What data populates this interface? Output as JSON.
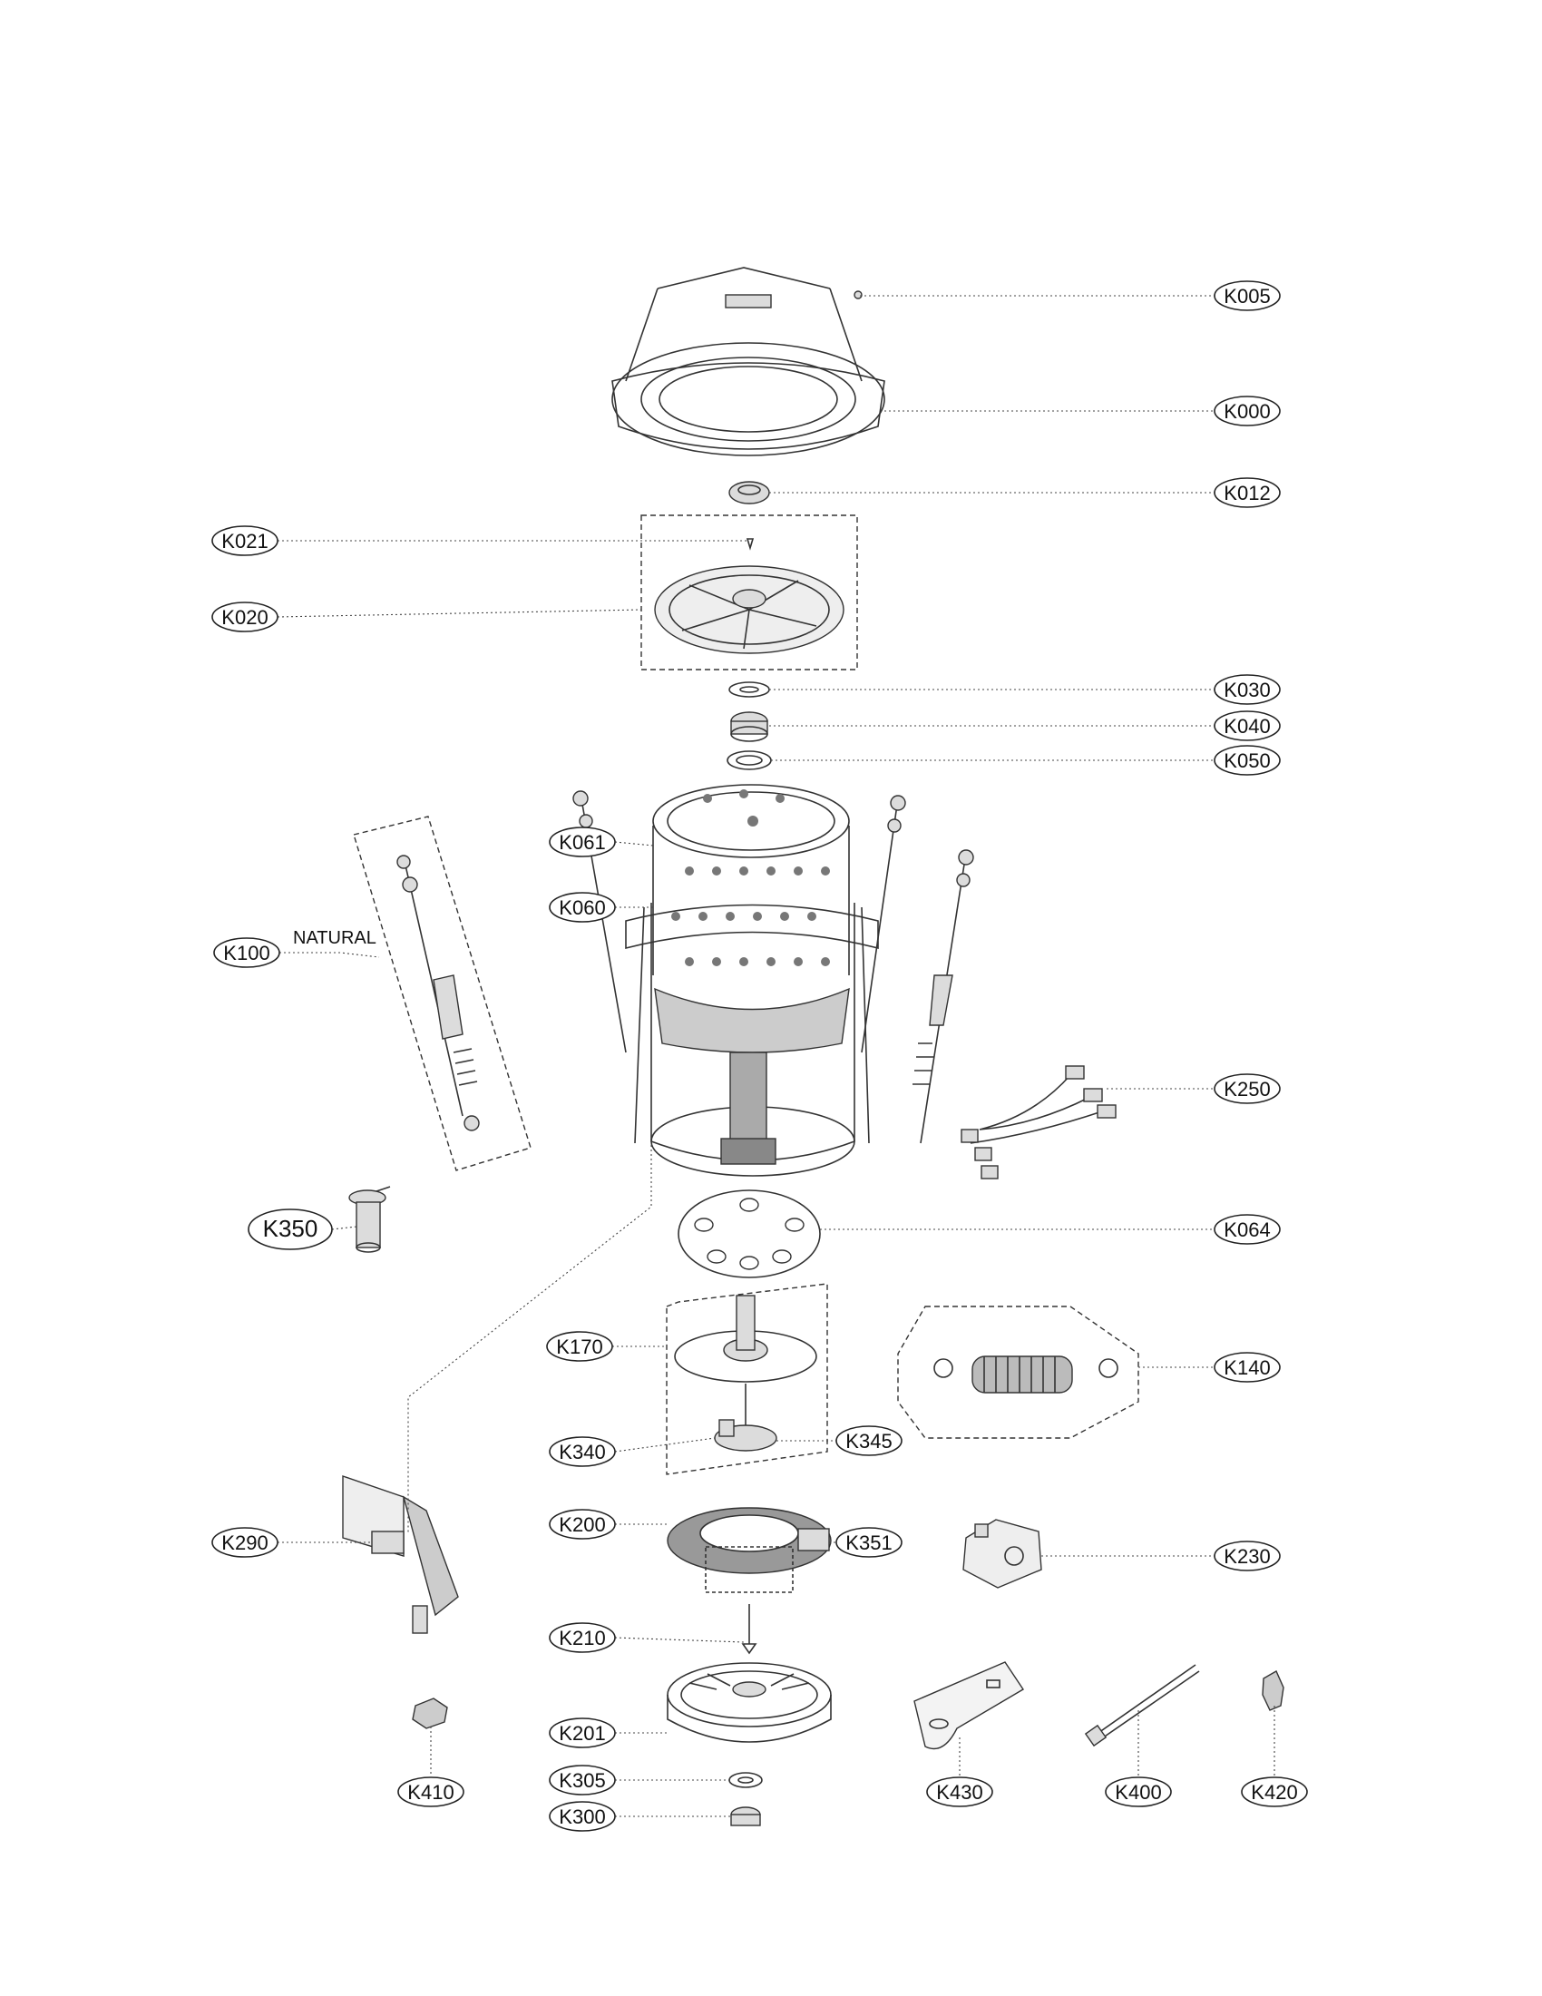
{
  "labels": {
    "K005": "K005",
    "K000": "K000",
    "K012": "K012",
    "K021": "K021",
    "K020": "K020",
    "K030": "K030",
    "K040": "K040",
    "K050": "K050",
    "K061": "K061",
    "K060": "K060",
    "K100": "K100",
    "K250": "K250",
    "K350": "K350",
    "K064": "K064",
    "K170": "K170",
    "K140": "K140",
    "K340": "K340",
    "K345": "K345",
    "K290": "K290",
    "K200": "K200",
    "K351": "K351",
    "K230": "K230",
    "K210": "K210",
    "K201": "K201",
    "K410": "K410",
    "K430": "K430",
    "K400": "K400",
    "K420": "K420",
    "K305": "K305",
    "K300": "K300"
  },
  "notes": {
    "natural": "NATURAL"
  }
}
